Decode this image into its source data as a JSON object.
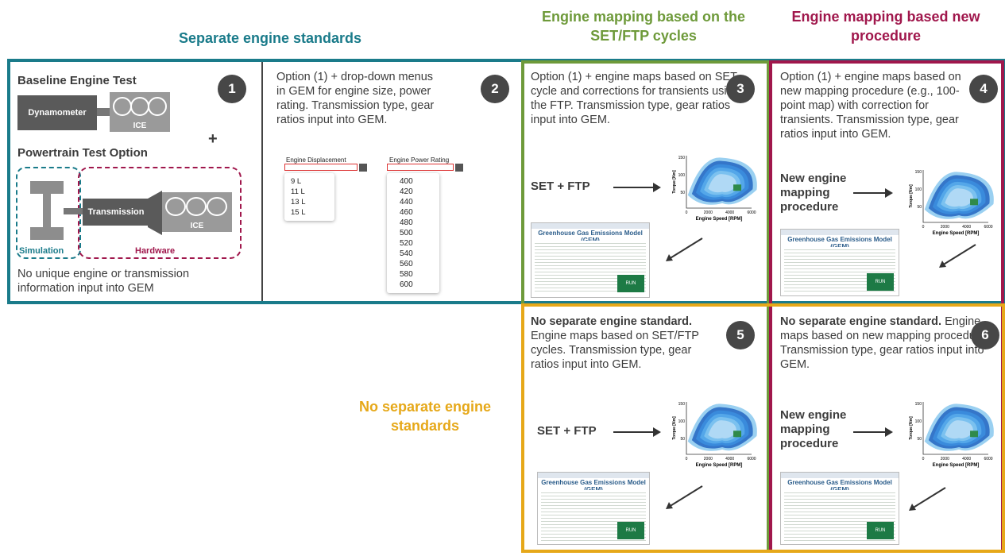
{
  "colors": {
    "teal": "#1a7b8a",
    "green": "#6e9a3a",
    "crimson": "#a0174c",
    "gold": "#e6a819",
    "badge": "#474747"
  },
  "headers": {
    "separate": "Separate engine standards",
    "set_ftp": "Engine mapping based on the SET/FTP cycles",
    "new_proc": "Engine mapping based new procedure",
    "no_separate": "No separate engine standards"
  },
  "cells": {
    "c1": {
      "number": "1",
      "baseline_title": "Baseline Engine Test",
      "dynamometer": "Dynamometer",
      "ice": "ICE",
      "plus": "+",
      "powertrain_title": "Powertrain Test Option",
      "transmission": "Transmission",
      "ice2": "ICE",
      "simulation": "Simulation",
      "hardware": "Hardware",
      "note": "No unique engine or transmission information input into GEM"
    },
    "c2": {
      "number": "2",
      "text": "Option (1) + drop-down menus in GEM for engine size, power rating. Transmission type, gear ratios input into GEM.",
      "displacement_label": "Engine Displacement",
      "displacement_options": [
        "9 L",
        "11 L",
        "13 L",
        "15 L"
      ],
      "power_label": "Engine Power Rating",
      "power_options": [
        "400",
        "420",
        "440",
        "460",
        "480",
        "500",
        "520",
        "540",
        "560",
        "580",
        "600"
      ]
    },
    "c3": {
      "number": "3",
      "text": "Option (1) + engine maps based on SET cycle and corrections for transients using the FTP. Transmission type, gear ratios input into GEM.",
      "label": "SET + FTP"
    },
    "c4": {
      "number": "4",
      "text": "Option (1) + engine maps based on new mapping procedure (e.g., 100-point map) with correction for transients. Transmission type, gear ratios input into GEM.",
      "label": "New engine mapping procedure"
    },
    "c5": {
      "number": "5",
      "bold": "No separate engine standard.",
      "text": " Engine maps based on SET/FTP cycles. Transmission type, gear ratios input into GEM.",
      "label": "SET + FTP"
    },
    "c6": {
      "number": "6",
      "bold": "No separate engine standard.",
      "text": " Engine maps based on new mapping procedure. Transmission type, gear ratios input into GEM.",
      "label": "New engine mapping procedure"
    }
  },
  "plot": {
    "ylabel": "Torque [Nm]",
    "xlabel": "Engine Speed [RPM]",
    "yticks": [
      "150",
      "100",
      "50"
    ],
    "xticks": [
      "0",
      "2000",
      "4000",
      "6000"
    ]
  },
  "gem": {
    "title": "Greenhouse Gas Emissions Model (GEM)",
    "button": "RUN"
  }
}
